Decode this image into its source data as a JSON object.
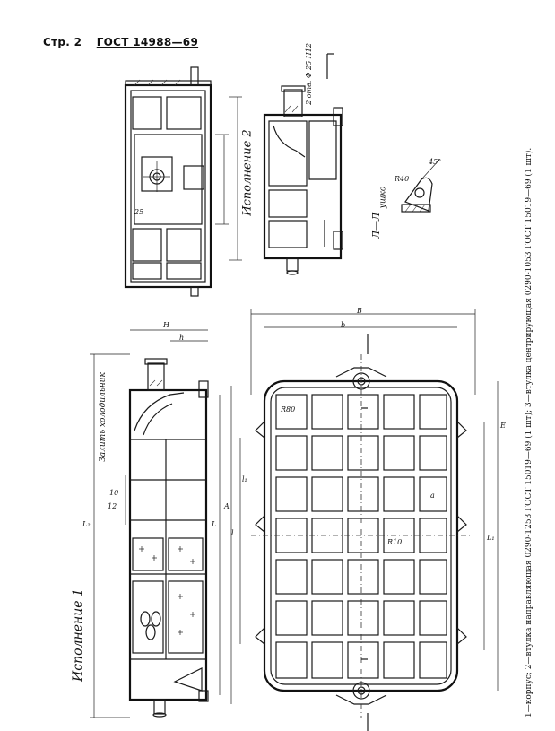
{
  "header": {
    "page": "Стр. 2",
    "standard": "ГОСТ 14988—69"
  },
  "variant_labels": {
    "v1": "Исполнение 1",
    "v2": "Исполнение 2"
  },
  "section_label": {
    "title": "Л—Л",
    "sub": "ушко"
  },
  "note": {
    "cast_zone": "Залить холодильник"
  },
  "dimensions": {
    "H": "H",
    "h": "h",
    "L": "L",
    "A": "A",
    "E": "E",
    "B": "B",
    "L1": "L₁",
    "L2": "L₂",
    "l": "l",
    "l1": "l₁",
    "a": "a",
    "b": "b",
    "r80": "R80",
    "r10": "R10",
    "r40": "R40",
    "d12": "12",
    "d25": "25",
    "d10": "10",
    "d45": "45°",
    "hole": "2 отв. Ф 25 Н12"
  },
  "caption": "1—корпус; 2—втулка направляющая 0290-1253 ГОСТ 15019—69 (1 шт); 3—втулка центрирующая 0290-1053 ГОСТ 15019—69 (1 шт)."
}
